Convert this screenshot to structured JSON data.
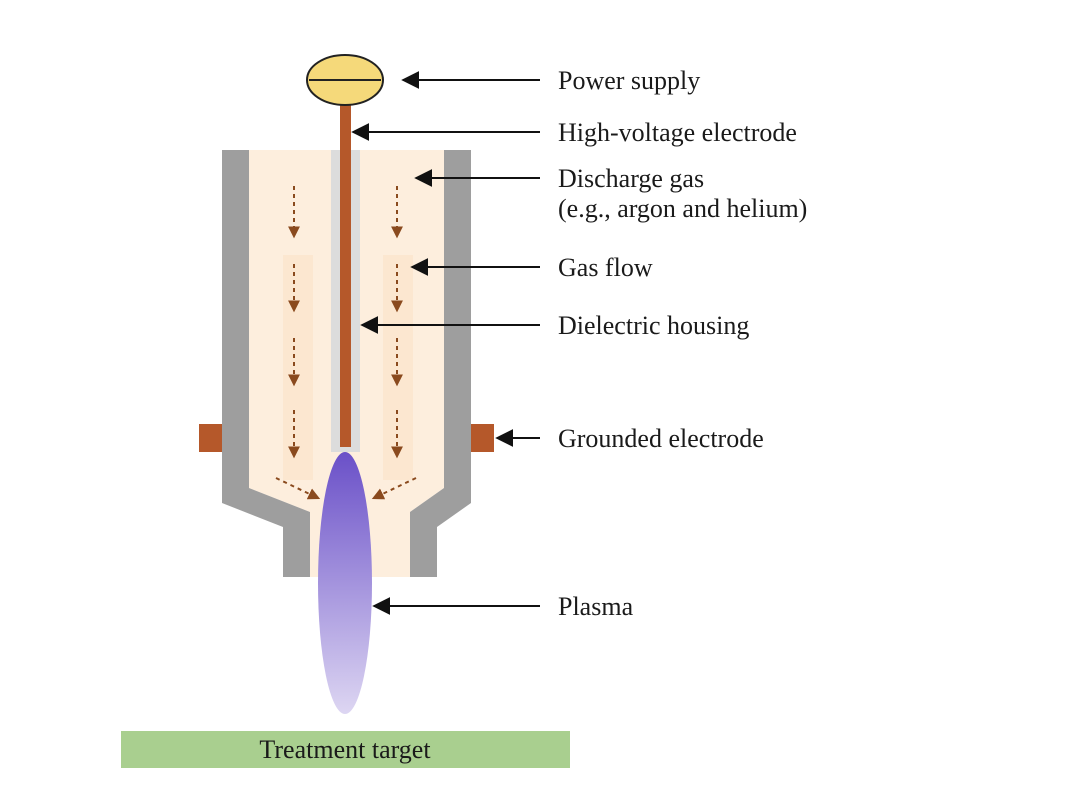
{
  "labels": {
    "power_supply": "Power supply",
    "high_voltage_electrode": "High-voltage electrode",
    "discharge_gas_line1": "Discharge gas",
    "discharge_gas_line2": "(e.g., argon and helium)",
    "gas_flow": "Gas flow",
    "dielectric_housing": "Dielectric housing",
    "grounded_electrode": "Grounded electrode",
    "plasma": "Plasma"
  },
  "treatment_target": "Treatment target",
  "colors": {
    "housing_wall": "#9e9e9e",
    "gas_fill": "#fdeedd",
    "electrode": "#b5582a",
    "power_supply_fill": "#f5d97a",
    "plasma_top": "#6a50c8",
    "plasma_bottom": "#ddd6f2",
    "target_fill": "#a9cf8f",
    "flow_arrow": "#8a4a1e"
  }
}
